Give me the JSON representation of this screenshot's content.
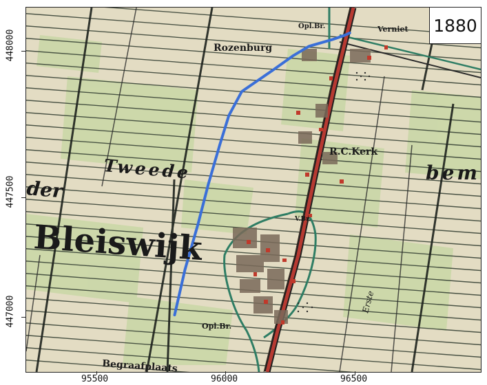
{
  "year_label": "1880",
  "axes": {
    "x_ticks": [
      "95500",
      "96000",
      "96500"
    ],
    "y_ticks": [
      "448000",
      "447500",
      "447000"
    ]
  },
  "map_labels": {
    "rozenburg": "Rozenburg",
    "tweede": "Tweede",
    "der": "der",
    "bleiswijk": "Bleiswijk",
    "rc_kerk": "R.C.Kerk",
    "bem": "bem",
    "opl_br_top": "Opl.Br.",
    "opl_br_bottom": "Opl.Br.",
    "begraafplaats": "Begraafplaats",
    "v_br": "V.Br.",
    "verniet": "Verniet",
    "erste": "Erste"
  },
  "colors": {
    "route_line": "#3a6fd8",
    "canal": "#2e7d64",
    "road": "#b73a32",
    "paper": "#ddd7bd",
    "meadow": "#c9d7a6"
  },
  "route": {
    "x": [
      95800,
      95840,
      95890,
      95930,
      95975,
      96010,
      96060,
      96180,
      96260,
      96320,
      96410,
      96455,
      96478
    ],
    "y": [
      447010,
      447180,
      447350,
      447500,
      447650,
      447760,
      447850,
      447930,
      447985,
      448020,
      448045,
      448060,
      448070
    ]
  }
}
